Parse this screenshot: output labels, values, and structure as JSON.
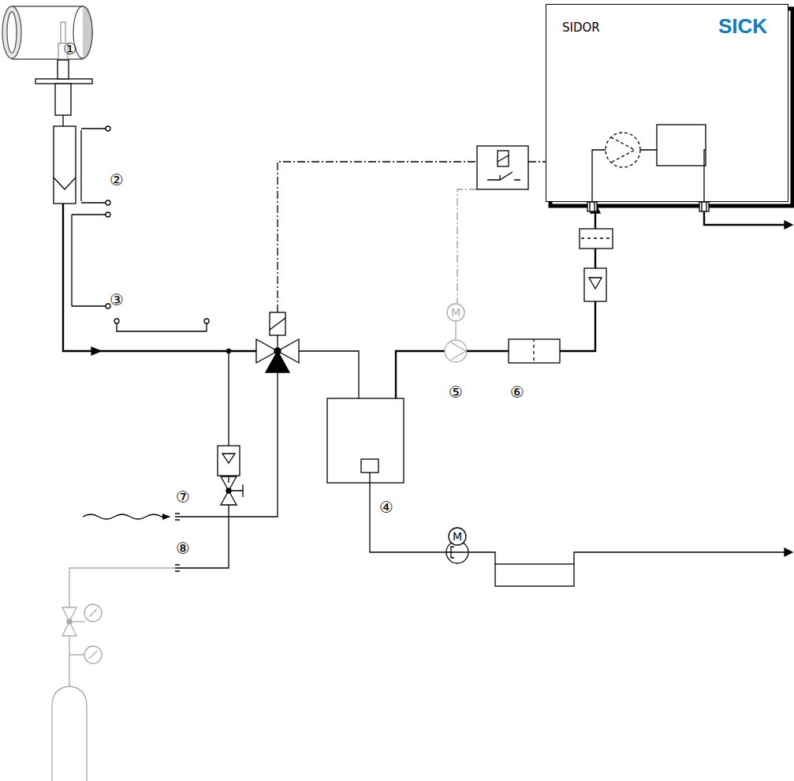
{
  "diagram": {
    "nodes": [
      {
        "text": [
          "SIDOR",
          "SICK"
        ]
      }
    ],
    "labels": [
      "①",
      "②",
      "③",
      "M",
      "⑤",
      "⑥",
      "④",
      "⑦",
      "⑧",
      "M"
    ]
  }
}
